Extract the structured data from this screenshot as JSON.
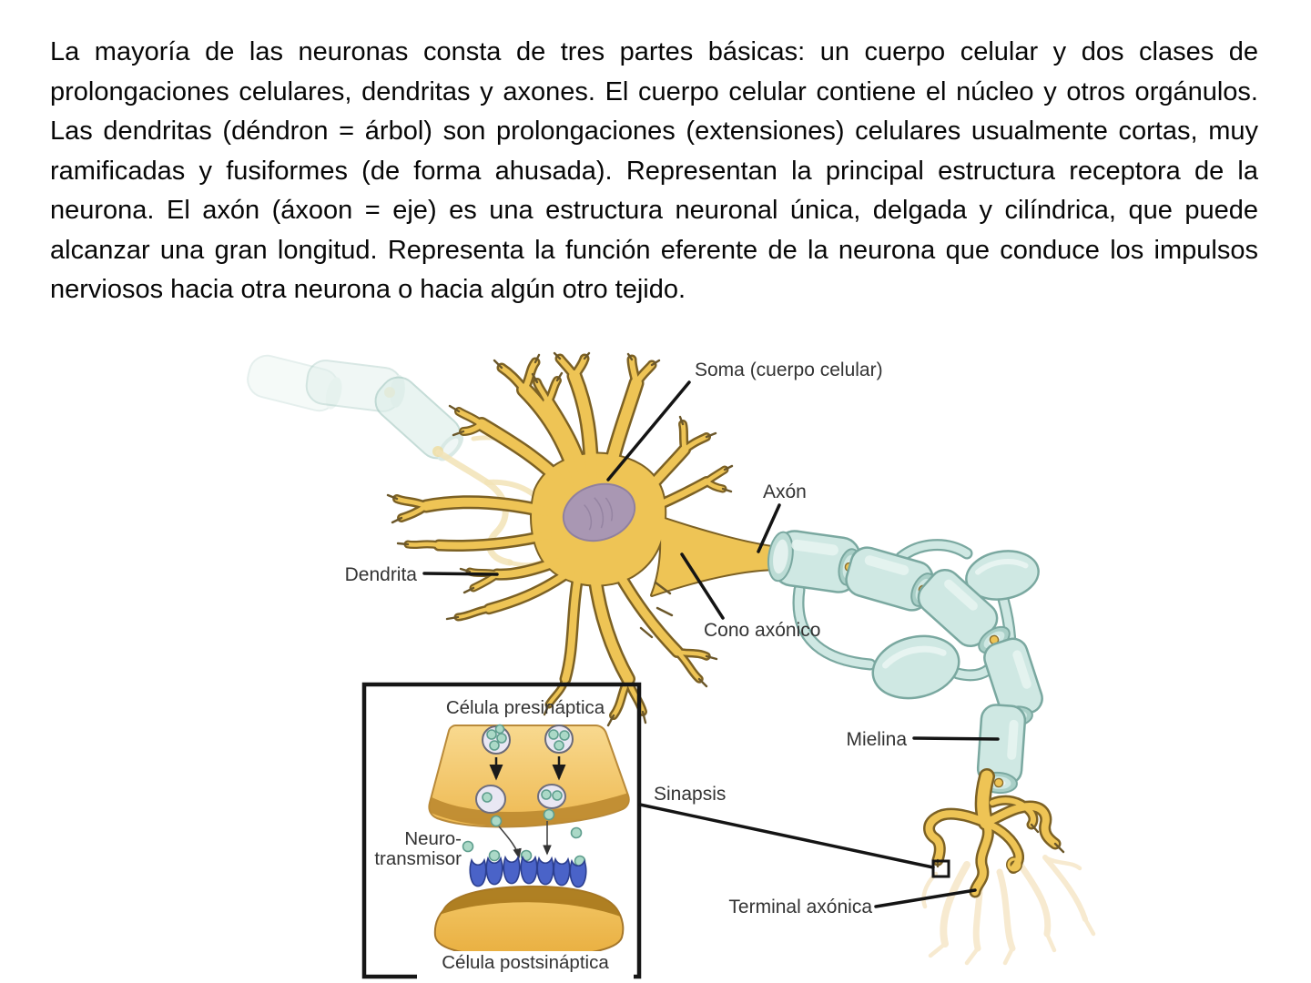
{
  "paragraph": {
    "text": "La mayoría de las neuronas consta de tres partes básicas: un cuerpo celular y dos clases de prolongaciones celulares, dendritas y axones. El cuerpo celular contiene el núcleo y otros orgánulos. Las dendritas (déndron = árbol) son prolongaciones (extensiones) celulares usualmente cortas, muy ramificadas y fusiformes (de forma ahusada). Representan la principal estructura receptora de la neurona. El axón (áxoon = eje) es una estructura neuronal única, delgada y cilíndrica, que puede alcanzar una gran longitud. Representa la función eferente de la neurona que conduce los impulsos nerviosos hacia otra neurona o hacia algún otro tejido."
  },
  "diagram": {
    "labels": {
      "soma": "Soma (cuerpo celular)",
      "axon": "Axón",
      "dendrite": "Dendrita",
      "axon_hillock": "Cono axónico",
      "myelin": "Mielina",
      "synapse": "Sinapsis",
      "axon_terminal": "Terminal axónica"
    },
    "inset": {
      "presynaptic_cell": "Célula presináptica",
      "neurotransmitter_line1": "Neuro-",
      "neurotransmitter_line2": "transmisor",
      "postsynaptic_cell": "Célula postsináptica"
    },
    "colors": {
      "neuron_yellow": "#eec455",
      "neuron_outline": "#7c6124",
      "nucleus_purple": "#a997b3",
      "myelin_teal": "#cfe8e3",
      "myelin_outline": "#7aa8a0",
      "receptor_blue": "#4a63c8",
      "neurotransmitter_teal": "#abd9c7",
      "label_text": "#333333"
    }
  }
}
